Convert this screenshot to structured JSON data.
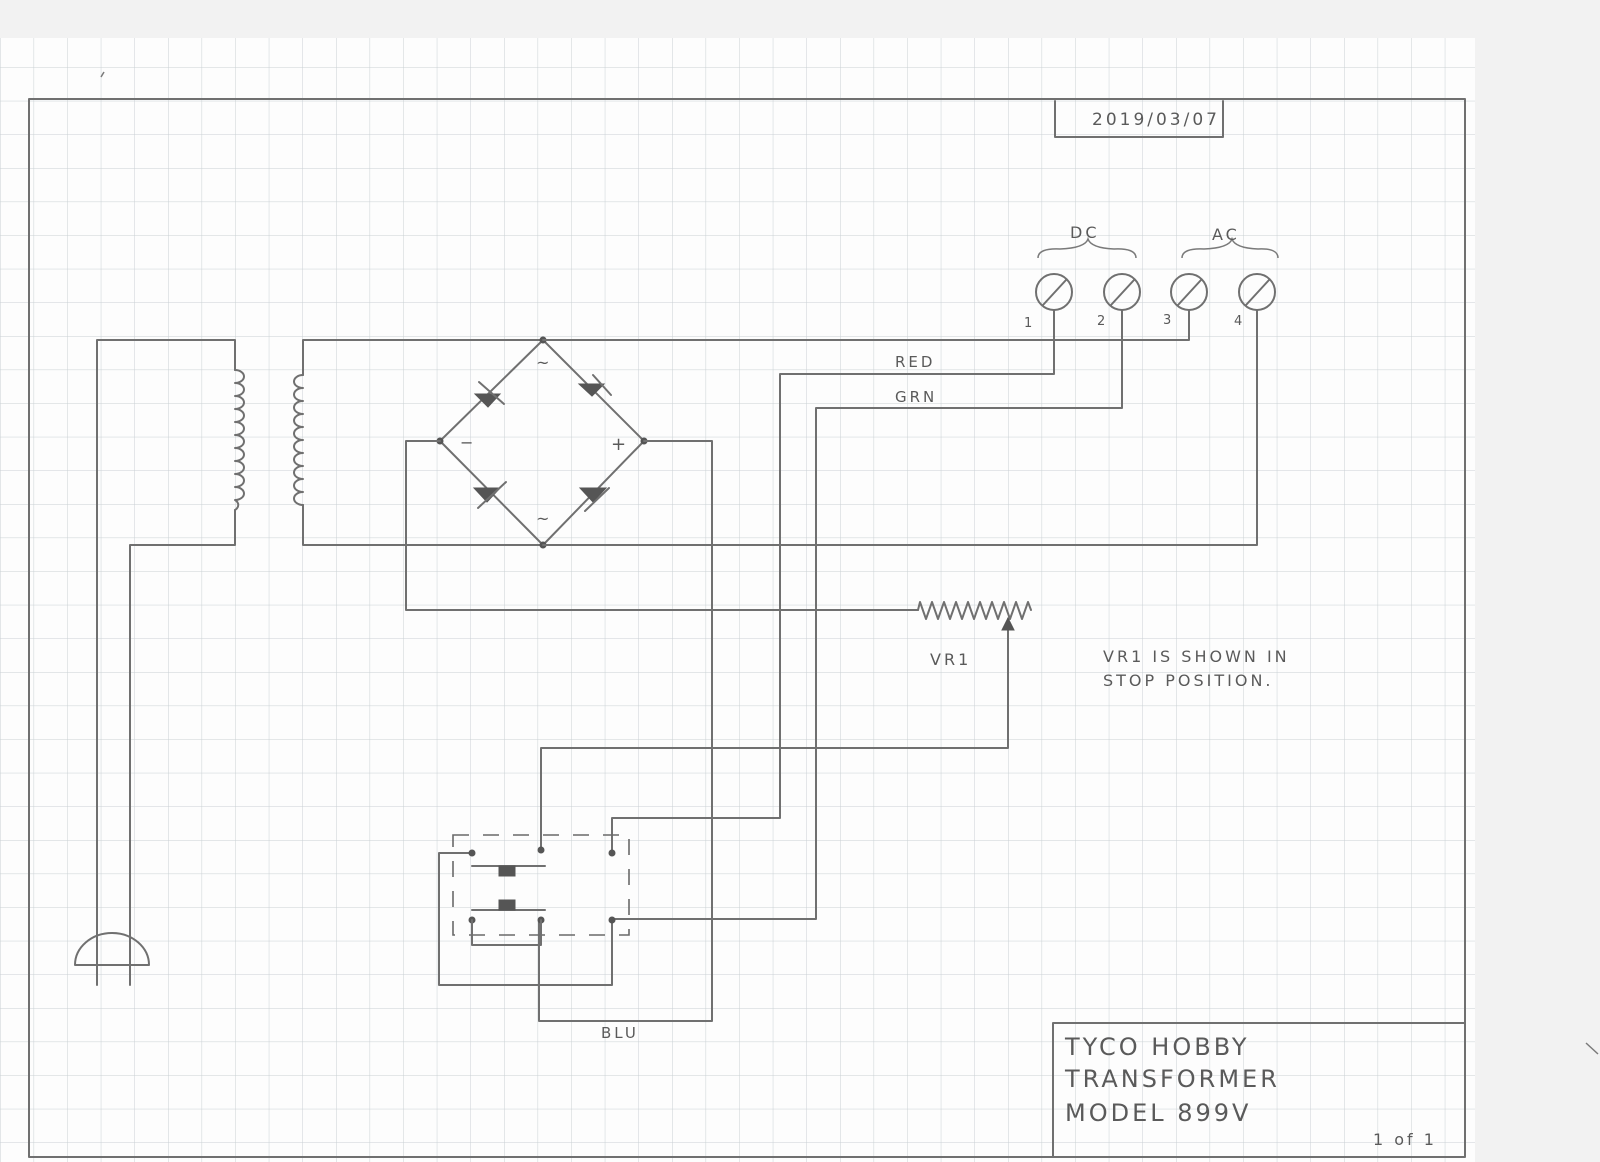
{
  "date": "2019/03/07",
  "terminals": {
    "group_dc": "DC",
    "group_ac": "AC",
    "numbers": [
      "1",
      "2",
      "3",
      "4"
    ]
  },
  "wires": {
    "red": "RED",
    "grn": "GRN",
    "blu": "BLU"
  },
  "bridge": {
    "minus": "−",
    "plus": "+",
    "tilde_top": "~",
    "tilde_bottom": "~"
  },
  "resistor_label": "VR1",
  "note": {
    "line1": "VR1 IS SHOWN IN",
    "line2": "STOP POSITION."
  },
  "title_block": {
    "line1": "TYCO HOBBY",
    "line2": "TRANSFORMER",
    "line3": "MODEL 899V",
    "sheet": "1 of 1"
  }
}
